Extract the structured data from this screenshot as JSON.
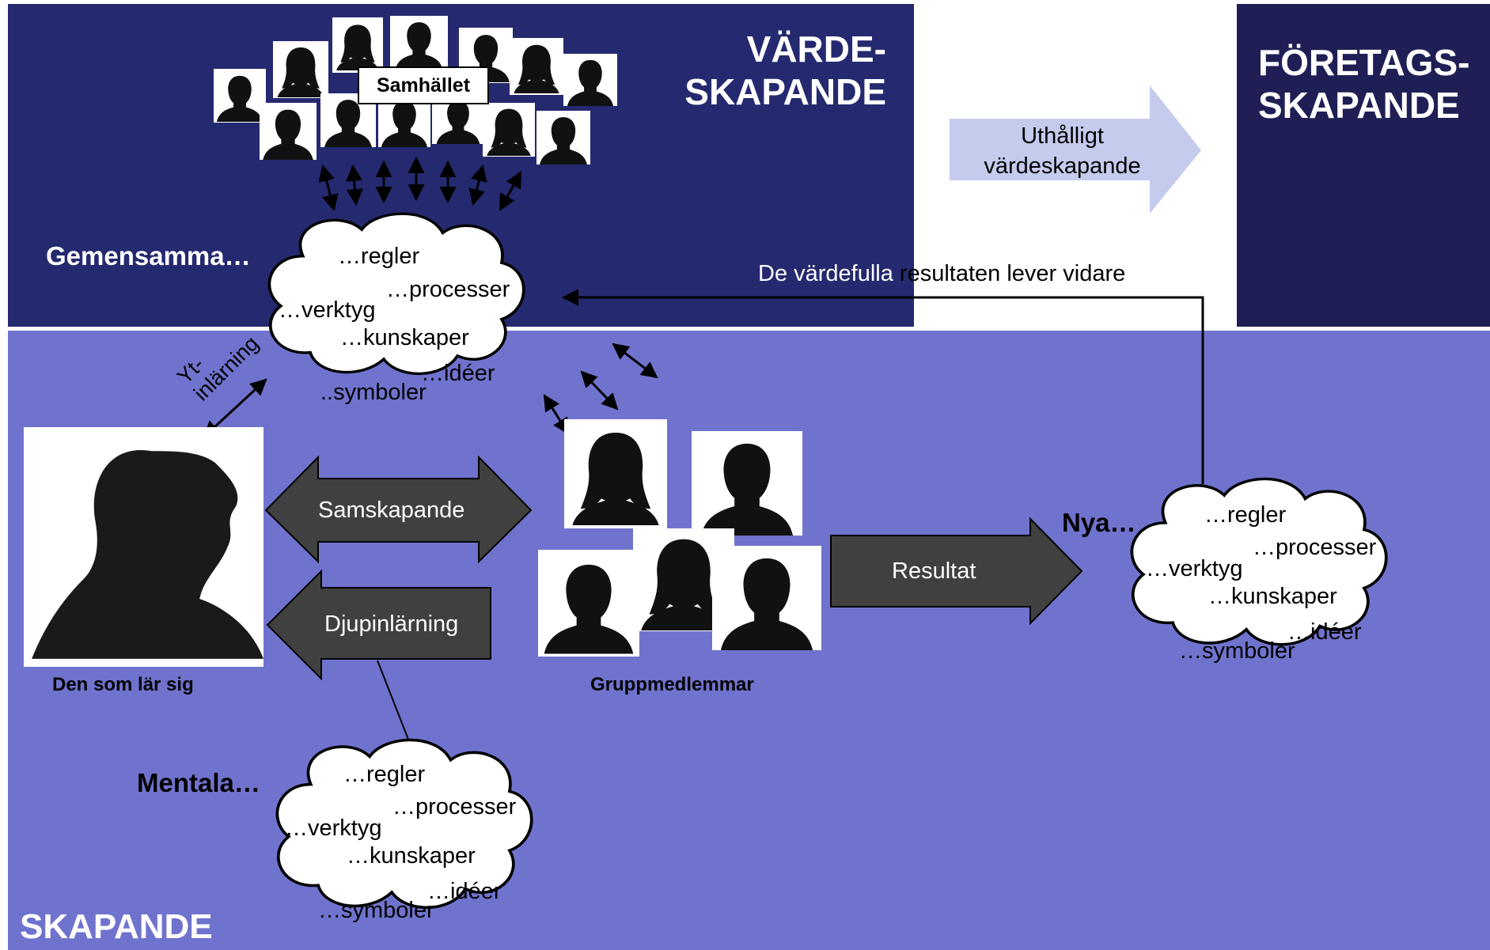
{
  "sections": {
    "varde": "VÄRDE-\nSKAPANDE",
    "foretag": "FÖRETAGS-\nSKAPANDE",
    "skapande": "SKAPANDE"
  },
  "colors": {
    "top_panel": "#25296F",
    "right_panel": "#1F1F55",
    "bottom_panel": "#7073CD",
    "arrow_light": "#C5CBED",
    "arrow_dark": "#404040"
  },
  "society": {
    "label": "Samhället"
  },
  "labels": {
    "gemensamma": "Gemensamma…",
    "mentala": "Mentala…",
    "nya": "Nya…",
    "yt_inlarning": "Yt-\ninlärning",
    "learner": "Den som lär sig",
    "group": "Gruppmedlemmar",
    "feedback": "De värdefulla resultaten lever vidare"
  },
  "arrows": {
    "uthalligt": "Uthålligt\nvärdeskapande",
    "samskapande": "Samskapande",
    "djupinlarning": "Djupinlärning",
    "resultat": "Resultat"
  },
  "clouds": {
    "common": {
      "regler": "…regler",
      "processer": "…processer",
      "verktyg": "…verktyg",
      "kunskaper": "…kunskaper",
      "ideer": "…idéer",
      "symboler": "..symboler"
    },
    "mental": {
      "regler": "…regler",
      "processer": "…processer",
      "verktyg": "…verktyg",
      "kunskaper": "…kunskaper",
      "ideer": "…idéer",
      "symboler": "…symboler"
    },
    "new": {
      "regler": "…regler",
      "processer": "…processer",
      "verktyg": "…verktyg",
      "kunskaper": "…kunskaper",
      "ideer": "…idéer",
      "symboler": "…symboler"
    }
  }
}
